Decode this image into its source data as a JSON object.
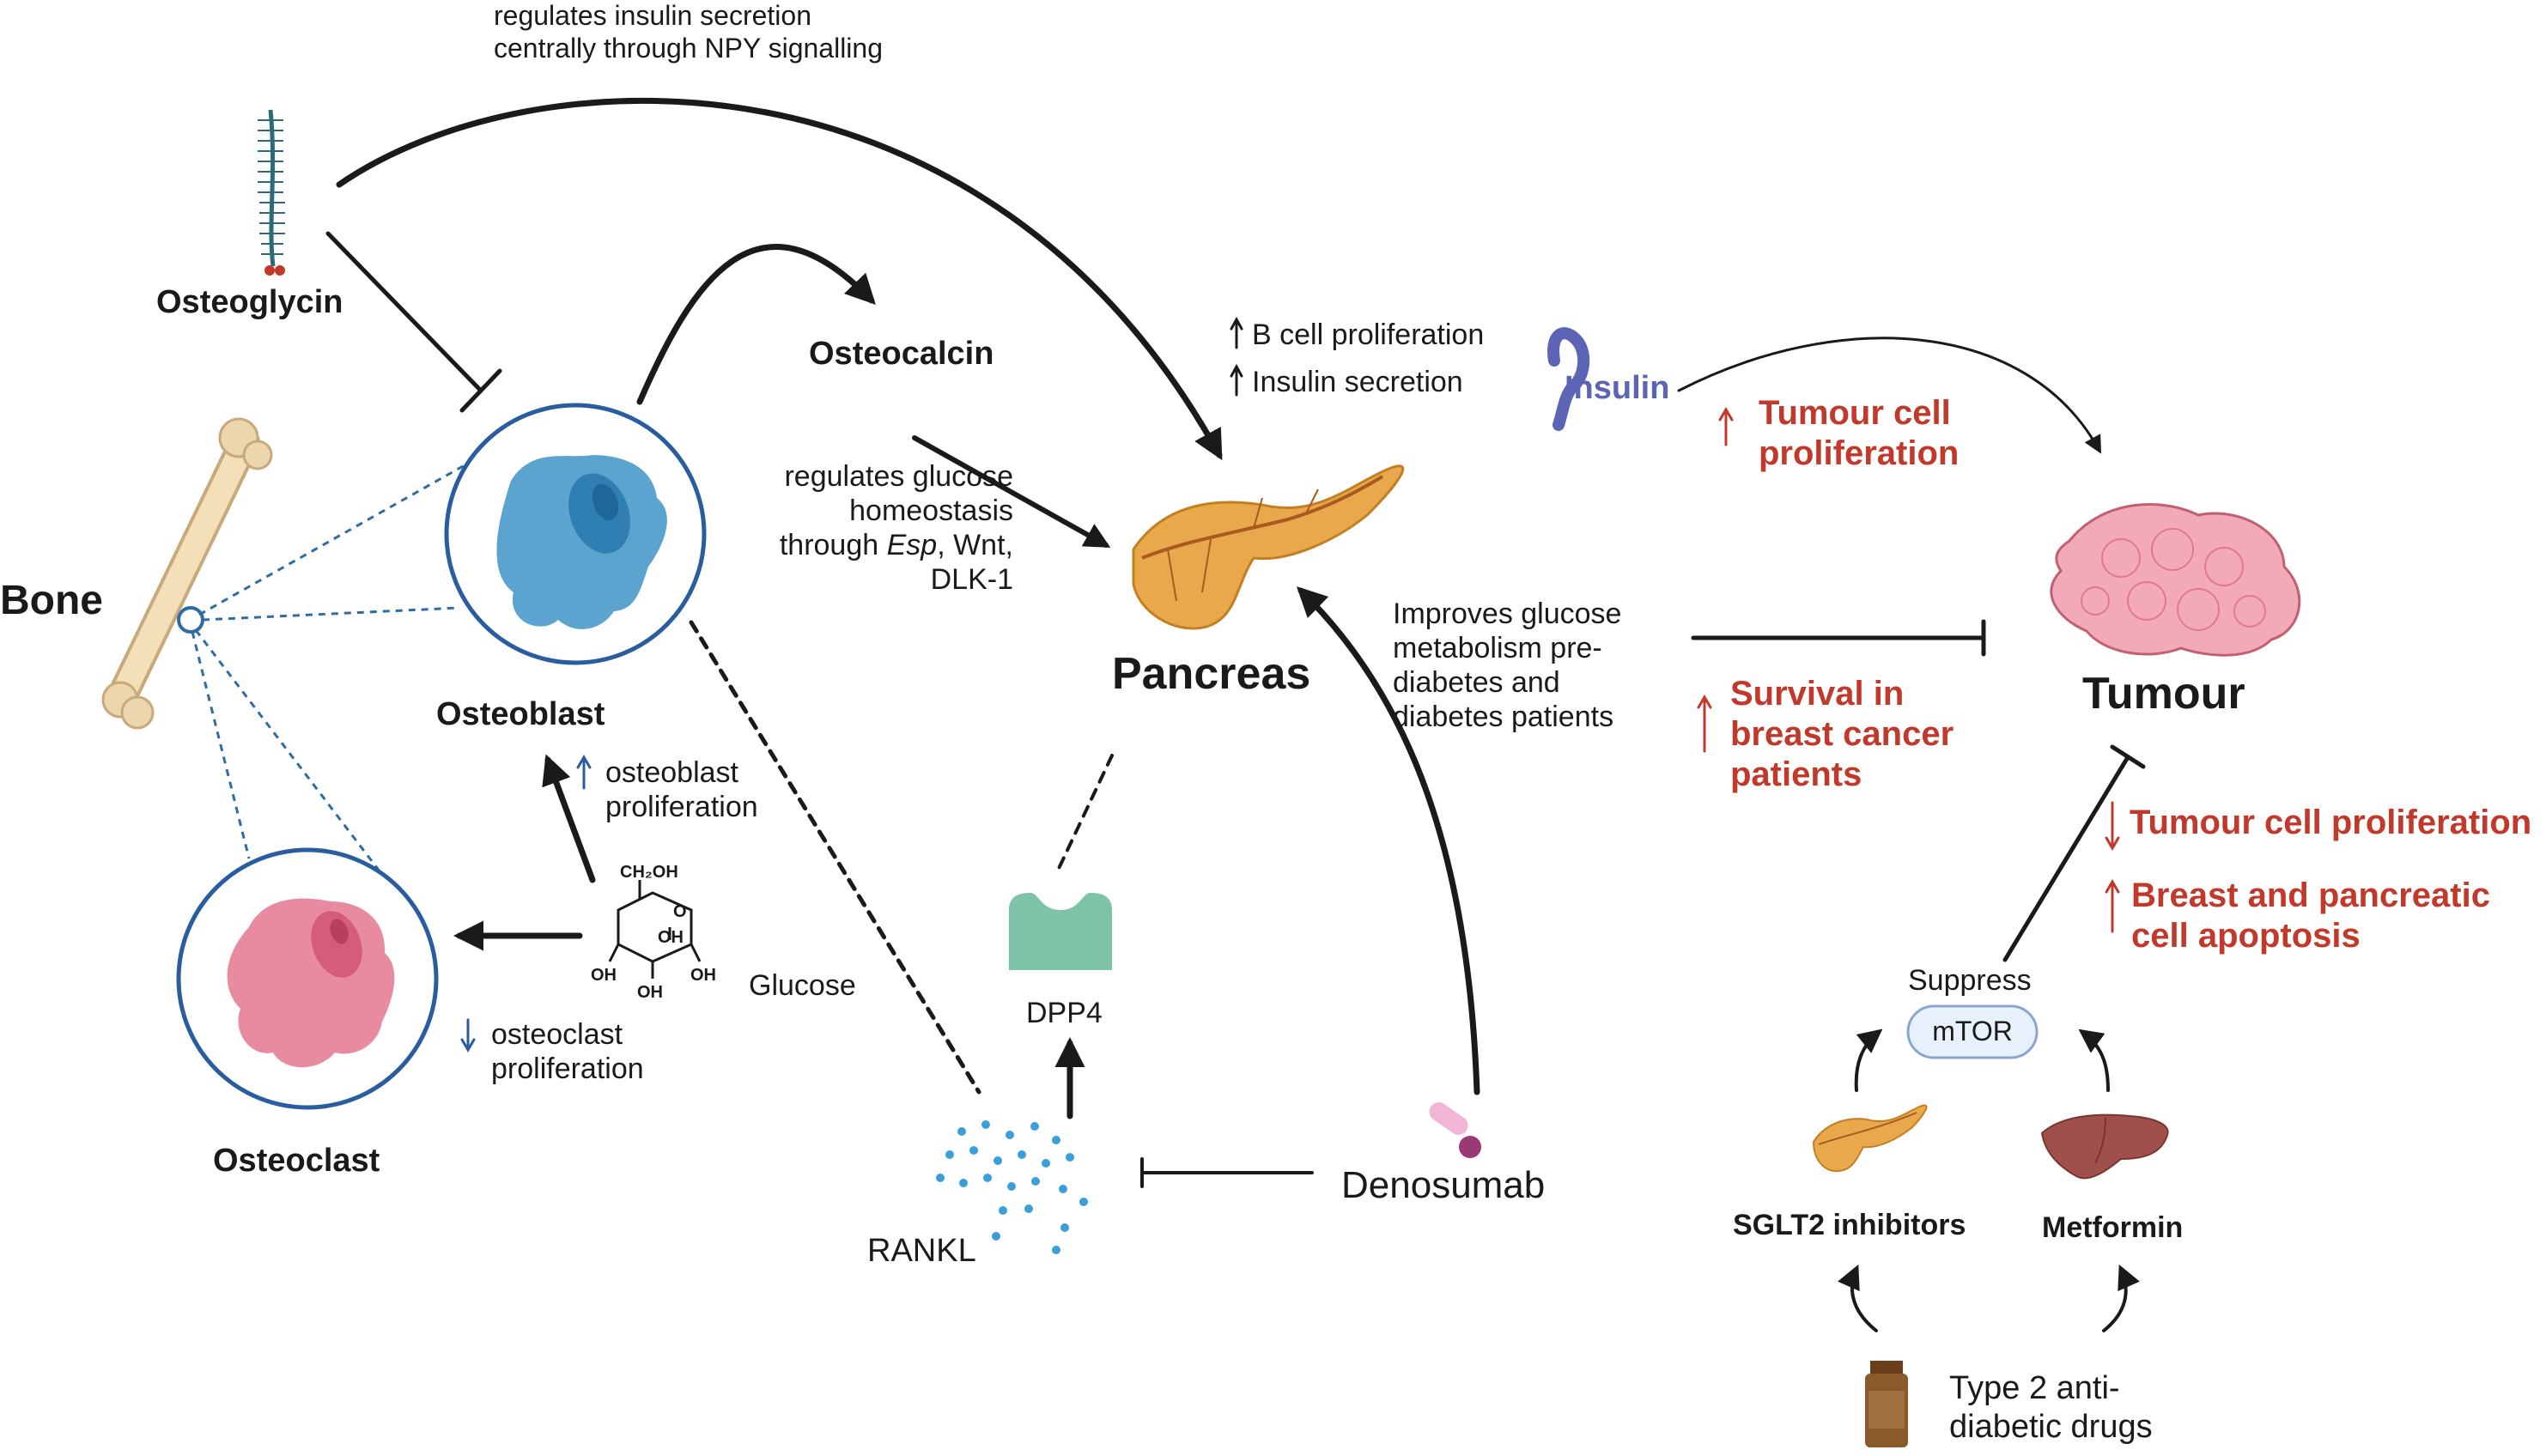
{
  "colors": {
    "line": "#1a1a1a",
    "dotted_blue": "#2e6da4",
    "cell_ring": "#2a5d9f",
    "osteoblast_fill": "#5ba4cf",
    "osteoclast_fill": "#e88aa0",
    "pancreas_fill": "#e9a84c",
    "tumour_fill": "#f3aab8",
    "dpp4_fill": "#7cc3a8",
    "rankl_dots": "#3a9fd8",
    "insulin_blue": "#5b64b5",
    "red_text": "#c0392b",
    "up_arrow_blue": "#2a5d9f",
    "mtor_fill": "#e8f0fb",
    "liver_fill": "#a0504a",
    "bottle_fill": "#8a5a2b"
  },
  "icons": [
    "osteoglycin-protein-icon",
    "bone-icon",
    "osteoblast-cell-icon",
    "osteoclast-cell-icon",
    "glucose-molecule-icon",
    "pancreas-icon",
    "insulin-protein-icon",
    "tumour-icon",
    "dpp4-receptor-icon",
    "rankl-particles-icon",
    "denosumab-pill-icon",
    "small-pancreas-icon",
    "liver-icon",
    "pill-bottle-icon"
  ],
  "nodes": {
    "bone": "Bone",
    "osteoglycin": "Osteoglycin",
    "osteoblast": "Osteoblast",
    "osteoclast": "Osteoclast",
    "osteocalcin": "Osteocalcin",
    "pancreas": "Pancreas",
    "insulin": "Insulin",
    "tumour": "Tumour",
    "dpp4": "DPP4",
    "rankl": "RANKL",
    "denosumab": "Denosumab",
    "glucose": "Glucose",
    "mtor": "mTOR",
    "sglt2": "SGLT2 inhibitors",
    "metformin": "Metformin",
    "type2_drugs": [
      "Type 2 anti-",
      "diabetic drugs"
    ],
    "glucose_groups": {
      "ch2oh": "CH₂OH",
      "o": "O",
      "oh": "OH"
    }
  },
  "annotations": {
    "npy": [
      "regulates insulin secretion",
      "centrally through NPY signalling"
    ],
    "glucose_homeostasis": [
      "regulates glucose",
      "homeostasis",
      "through ",
      "Esp",
      ", Wnt,",
      "DLK-1"
    ],
    "b_cell": "B cell proliferation",
    "insulin_secretion": "Insulin secretion",
    "osteoblast_prolif": [
      "osteoblast",
      "proliferation"
    ],
    "osteoclast_prolif": [
      "osteoclast",
      "proliferation"
    ],
    "improves": [
      "Improves glucose",
      "metabolism pre-",
      "diabetes and",
      "diabetes patients"
    ],
    "tumour_prolif_up": [
      "Tumour cell",
      "proliferation"
    ],
    "survival": [
      "Survival in",
      "breast cancer",
      "patients"
    ],
    "tumour_prolif_down": "Tumour cell proliferation",
    "apoptosis": [
      "Breast and pancreatic",
      "cell apoptosis"
    ],
    "suppress": "Suppress"
  }
}
